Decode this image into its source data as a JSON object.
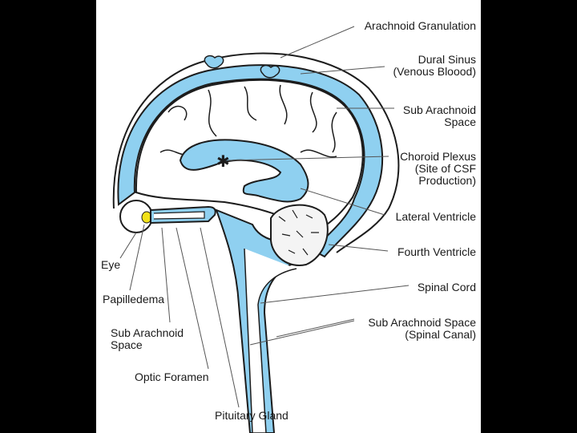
{
  "diagram": {
    "labels": {
      "arachnoid_granulation": "Arachnoid Granulation",
      "dural_sinus": "Dural Sinus\n(Venous Bloood)",
      "sub_arachnoid_space": "Sub Arachnoid\nSpace",
      "choroid_plexus": "Choroid Plexus\n(Site of CSF\nProduction)",
      "lateral_ventricle": "Lateral Ventricle",
      "fourth_ventricle": "Fourth Ventricle",
      "spinal_cord": "Spinal Cord",
      "sub_arachnoid_space_spinal": "Sub Arachnoid Space\n(Spinal Canal)",
      "eye": "Eye",
      "papilledema": "Papilledema",
      "sub_arachnoid_space_optic": "Sub Arachnoid\nSpace",
      "optic_foramen": "Optic Foramen",
      "pituitary_gland": "Pituitary Gland"
    },
    "colors": {
      "csf_fill": "#8fd0f0",
      "outline": "#1c1c1c",
      "eye_spot": "#f2e21a",
      "background": "#000000",
      "panel": "#ffffff"
    }
  }
}
